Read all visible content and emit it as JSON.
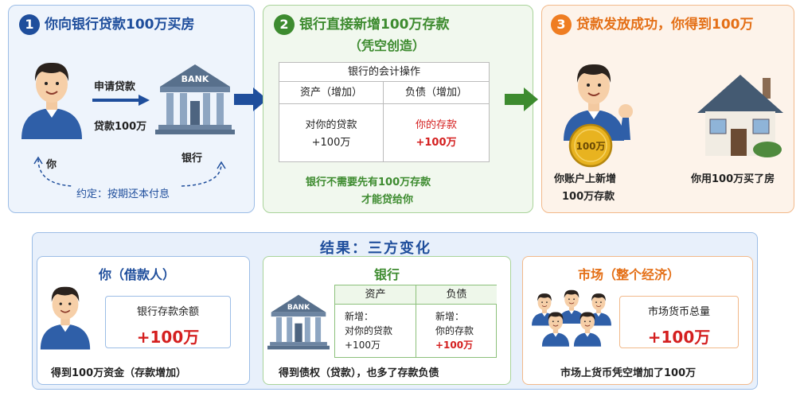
{
  "step1": {
    "number": "1",
    "title": "你向银行贷款100万买房",
    "apply_label": "申请贷款",
    "loan_label": "贷款100万",
    "you_label": "你",
    "bank_label": "银行",
    "bank_sign": "BANK",
    "agreement": "约定：按期还本付息"
  },
  "step2": {
    "number": "2",
    "title_line1": "银行直接新增100万存款",
    "title_line2": "（凭空创造）",
    "table_title": "银行的会计操作",
    "col_assets": "资产（增加）",
    "col_liabilities": "负债（增加）",
    "assets_line1": "对你的贷款",
    "assets_line2": "+100万",
    "liab_line1": "你的存款",
    "liab_line2": "+100万",
    "note_line1": "银行不需要先有100万存款",
    "note_line2": "才能贷给你"
  },
  "step3": {
    "number": "3",
    "title": "贷款发放成功，你得到100万",
    "coin_label": "100万",
    "account_line1": "你账户上新增",
    "account_line2": "100万存款",
    "house_caption": "你用100万买了房"
  },
  "result": {
    "title": "结果：三方变化",
    "borrower": {
      "title": "你（借款人）",
      "box_label": "银行存款余额",
      "box_value": "+100万",
      "caption": "得到100万资金（存款增加）"
    },
    "bank": {
      "title": "银行",
      "bank_sign": "BANK",
      "col_assets": "资产",
      "col_liabilities": "负债",
      "assets_line1": "新增：",
      "assets_line2": "对你的贷款",
      "assets_line3": "+100万",
      "liab_line1": "新增：",
      "liab_line2": "你的存款",
      "liab_line3": "+100万",
      "caption": "得到债权（贷款），也多了存款负债"
    },
    "market": {
      "title": "市场（整个经济）",
      "box_label": "市场货币总量",
      "box_value": "+100万",
      "caption": "市场上货币凭空增加了100万"
    }
  },
  "colors": {
    "blue": "#1f4e9c",
    "green": "#3d8b2f",
    "orange": "#e46f16",
    "red": "#d41f1f"
  }
}
